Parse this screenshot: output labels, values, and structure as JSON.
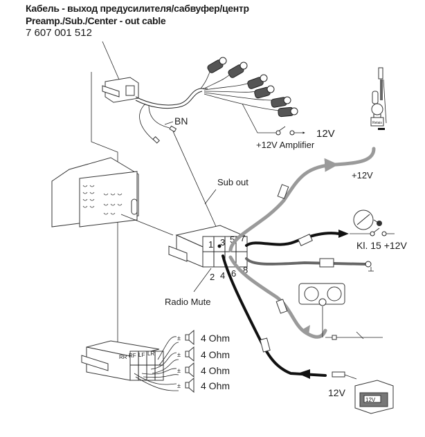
{
  "header": {
    "title_ru": "Кабель - выход предусилителя/сабвуфер/центр",
    "title_en": "Preamp./Sub./Center - out cable",
    "part_number": "7 607 001 512"
  },
  "labels": {
    "bn": "BN",
    "amp_switch_out": "12V",
    "amp_label": "+12V Amplifier",
    "antenna_power": "+12V",
    "sub_out": "Sub out",
    "ignition": "Kl. 15 +12V",
    "radio_mute": "Radio Mute",
    "battery_voltage": "12V",
    "battery_label": "12V",
    "antenna_relay": "Relais"
  },
  "connector_pins": [
    "1",
    "2",
    "3",
    "4",
    "5",
    "6",
    "7",
    "8"
  ],
  "speaker_channels": [
    "RR",
    "RF",
    "LF",
    "LR"
  ],
  "speakers": [
    {
      "polarity": "+ -",
      "impedance": "4 Ohm"
    },
    {
      "polarity": "+ -",
      "impedance": "4 Ohm"
    },
    {
      "polarity": "+ -",
      "impedance": "4 Ohm"
    },
    {
      "polarity": "+ -",
      "impedance": "4 Ohm"
    }
  ],
  "colors": {
    "grey_wire": "#9a9a9a",
    "dark_grey_wire": "#666666",
    "black_wire": "#111111",
    "line": "#222222"
  }
}
